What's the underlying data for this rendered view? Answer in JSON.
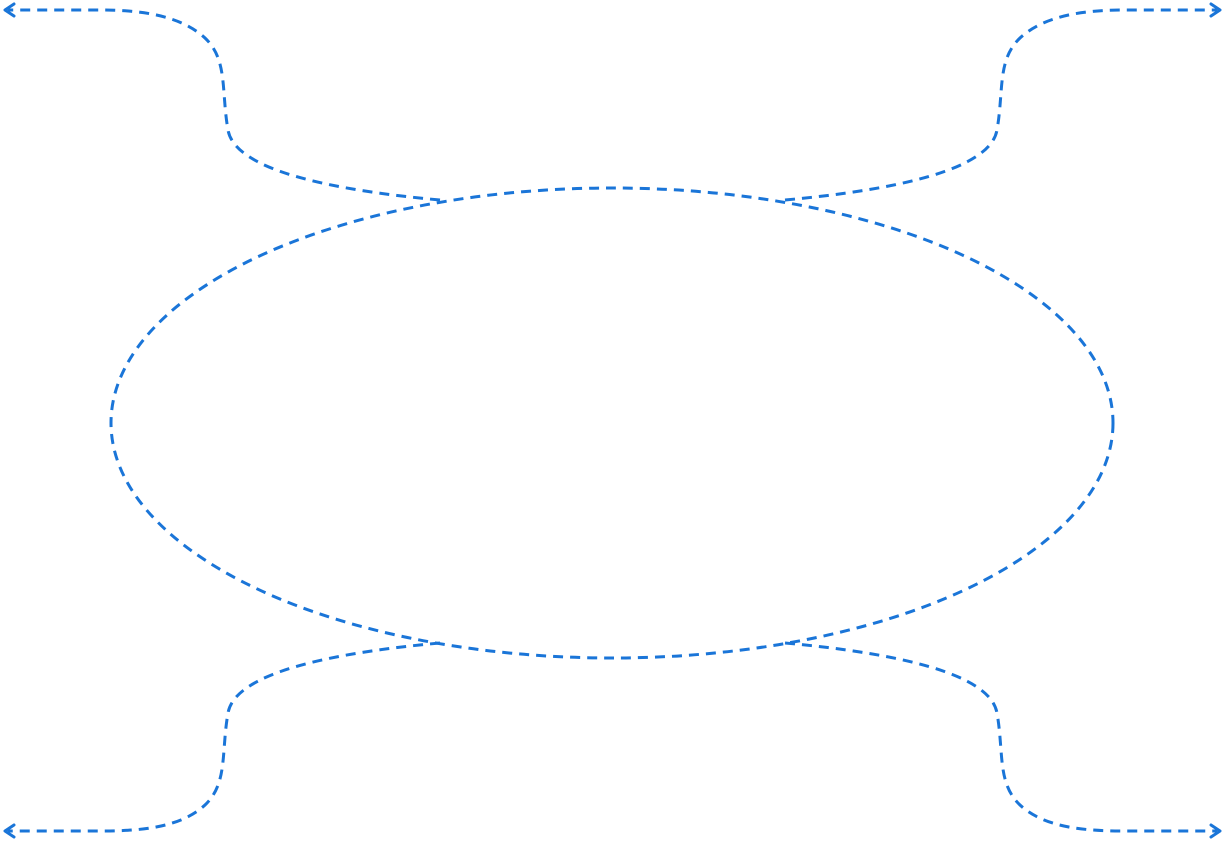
{
  "diagram": {
    "stroke_color": "#1a75d8",
    "background_color": "#ffffff",
    "line_style": "dashed",
    "shapes": [
      {
        "id": "central-ellipse",
        "kind": "ellipse"
      },
      {
        "id": "connector-top-left",
        "kind": "curved-connector",
        "arrow": "end"
      },
      {
        "id": "connector-top-right",
        "kind": "curved-connector",
        "arrow": "end"
      },
      {
        "id": "connector-bottom-left",
        "kind": "curved-connector",
        "arrow": "end"
      },
      {
        "id": "connector-bottom-right",
        "kind": "curved-connector",
        "arrow": "end"
      }
    ]
  }
}
